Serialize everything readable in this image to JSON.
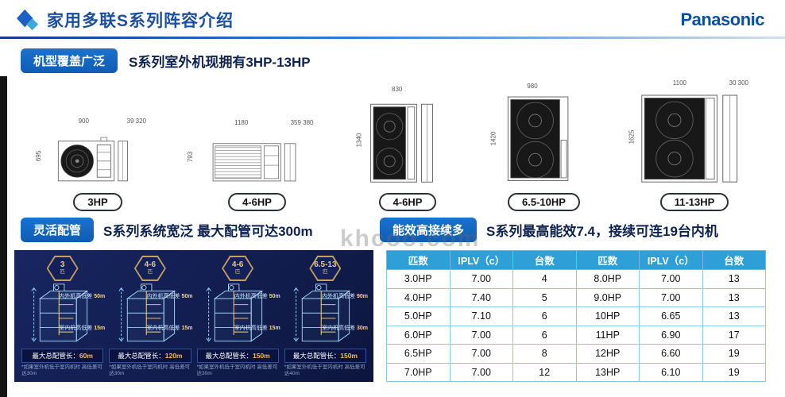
{
  "header": {
    "title": "家用多联S系列阵容介绍",
    "brand": "Panasonic"
  },
  "sections": {
    "lineup": {
      "badge": "机型覆盖广泛",
      "headline": "S系列室外机现拥有3HP-13HP"
    },
    "piping": {
      "badge": "灵活配管",
      "headline": "S系列系统宽泛 最大配管可达300m"
    },
    "efficiency": {
      "badge": "能效高接续多",
      "headline": "S系列最高能效7.4，接续可连19台内机"
    }
  },
  "units": [
    {
      "label": "3HP",
      "dim_top": "900",
      "dim_side": "39 320",
      "dim_left": "695"
    },
    {
      "label": "4-6HP",
      "dim_top": "1180",
      "dim_side": "359 380",
      "dim_left": "793"
    },
    {
      "label": "4-6HP",
      "dim_top": "830",
      "dim_side": "",
      "dim_left": "1340"
    },
    {
      "label": "6.5-10HP",
      "dim_top": "980",
      "dim_side": "",
      "dim_left": "1420"
    },
    {
      "label": "11-13HP",
      "dim_top": "1100",
      "dim_side": "30 300",
      "dim_left": "1625"
    }
  ],
  "piping_panel": {
    "buildings": [
      {
        "badge_main": "3",
        "badge_sub": "匹",
        "diff1_label": "内外机高低差",
        "diff1_value": "50m",
        "diff2_label": "室内机高低差",
        "diff2_value": "15m",
        "bar_label": "最大总配管长：",
        "bar_value": "60m",
        "note": "*如果室外机低于室内机时 高低差可达30m"
      },
      {
        "badge_main": "4-6",
        "badge_sub": "匹",
        "diff1_label": "内外机高低差",
        "diff1_value": "50m",
        "diff2_label": "室内机高低差",
        "diff2_value": "15m",
        "bar_label": "最大总配管长：",
        "bar_value": "120m",
        "note": "*如果室外机低于室内机时 高低差可达30m"
      },
      {
        "badge_main": "4-6",
        "badge_sub": "匹",
        "diff1_label": "内外机高低差",
        "diff1_value": "50m",
        "diff2_label": "室内机高低差",
        "diff2_value": "15m",
        "bar_label": "最大总配管长：",
        "bar_value": "150m",
        "note": "*如果室外机低于室内机时 高低差可达30m"
      },
      {
        "badge_main": "6.5-13",
        "badge_sub": "匹",
        "diff1_label": "内外机高低差",
        "diff1_value": "90m",
        "diff2_label": "室内机高低差",
        "diff2_value": "30m",
        "bar_label": "最大总配管长：",
        "bar_value": "150m",
        "note": "*如果室外机低于室内机时 高低差可达40m"
      }
    ]
  },
  "table": {
    "headers": [
      "匹数",
      "IPLV（c）",
      "台数",
      "匹数",
      "IPLV（c）",
      "台数"
    ],
    "rows": [
      [
        "3.0HP",
        "7.00",
        "4",
        "8.0HP",
        "7.00",
        "13"
      ],
      [
        "4.0HP",
        "7.40",
        "5",
        "9.0HP",
        "7.00",
        "13"
      ],
      [
        "5.0HP",
        "7.10",
        "6",
        "10HP",
        "6.65",
        "13"
      ],
      [
        "6.0HP",
        "7.00",
        "6",
        "11HP",
        "6.90",
        "17"
      ],
      [
        "6.5HP",
        "7.00",
        "8",
        "12HP",
        "6.60",
        "19"
      ],
      [
        "7.0HP",
        "7.00",
        "12",
        "13HP",
        "6.10",
        "19"
      ]
    ]
  },
  "watermark": "khcoo.com"
}
